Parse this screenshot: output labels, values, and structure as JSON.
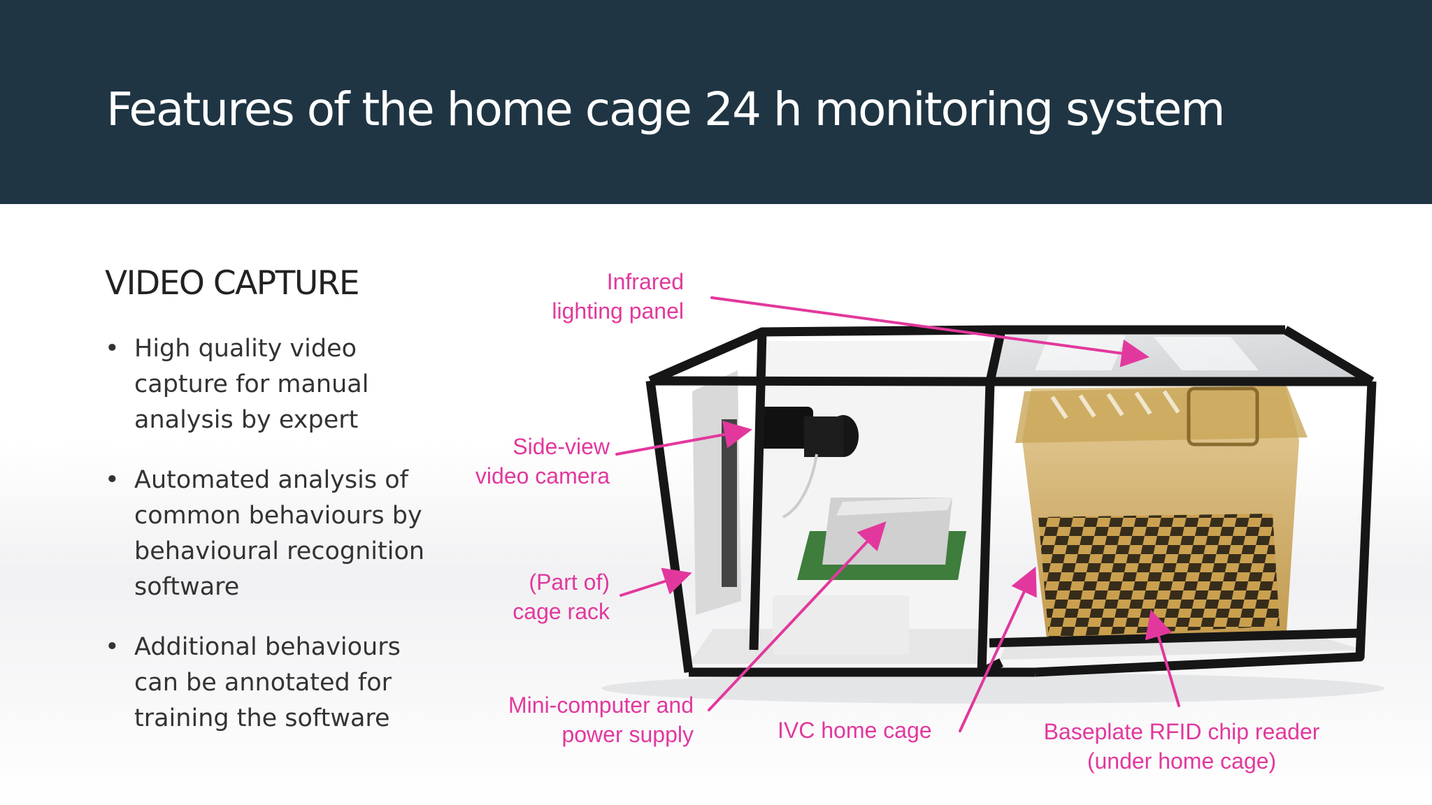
{
  "title": "Features of the home cage 24 h monitoring system",
  "section": {
    "heading": "VIDEO CAPTURE",
    "bullet_char": "•",
    "bullets": [
      "High quality video capture for manual analysis by expert",
      "Automated analysis of common behaviours by behavioural recognition software",
      "Additional behaviours can be annotated for training the software"
    ]
  },
  "callouts": {
    "infrared": [
      "Infrared",
      "lighting panel"
    ],
    "camera": [
      "Side-view",
      "video camera"
    ],
    "rack": [
      "(Part of)",
      "cage rack"
    ],
    "computer": [
      "Mini-computer and",
      "power supply"
    ],
    "ivc": [
      "IVC home cage"
    ],
    "rfid": [
      "Baseplate RFID chip reader",
      "(under home cage)"
    ]
  },
  "colors": {
    "header": "#1f3543",
    "callout": "#e2389d",
    "frame": "#161616",
    "cage_tint": "#c9a04a"
  }
}
